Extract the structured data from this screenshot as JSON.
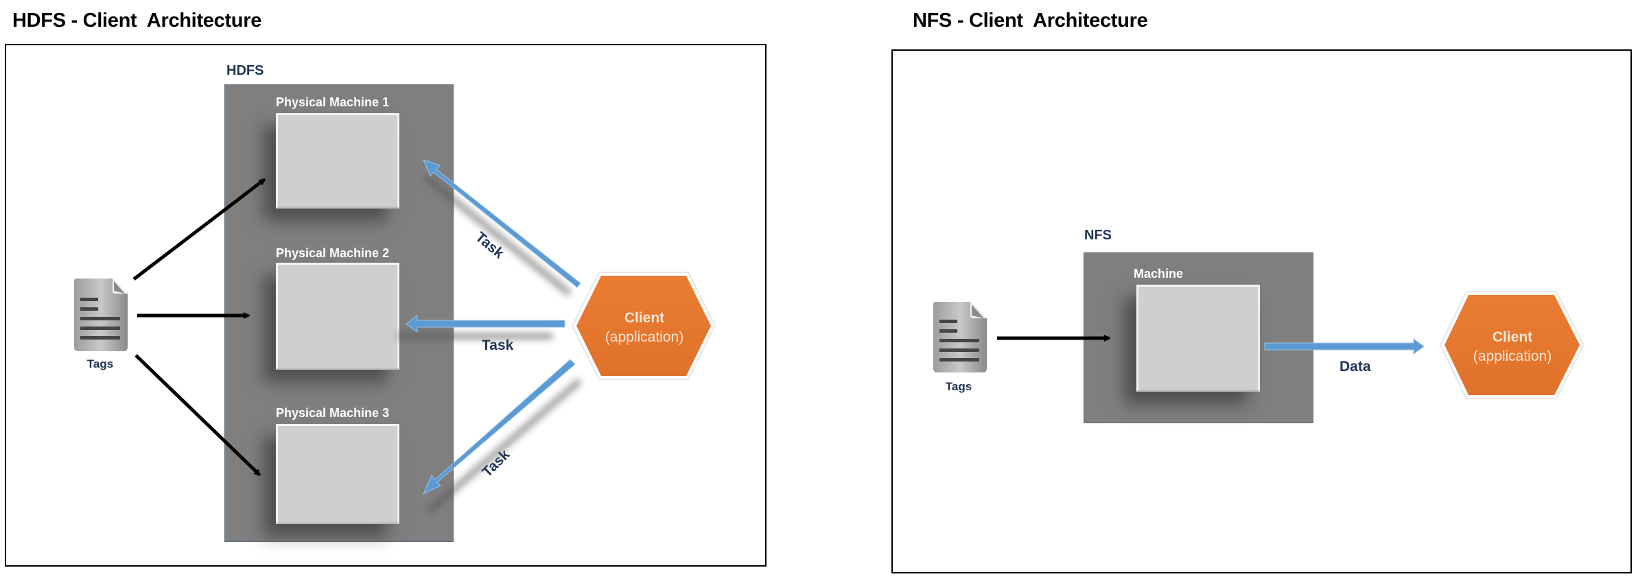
{
  "hdfs": {
    "title": "HDFS - Client  Architecture",
    "cluster_label": "HDFS",
    "machines": [
      {
        "label": "Physical Machine 1"
      },
      {
        "label": "Physical Machine 2"
      },
      {
        "label": "Physical Machine 3"
      }
    ],
    "source": {
      "label": "Tags",
      "icon": "document-icon"
    },
    "client": {
      "line1": "Client",
      "line2": "(application)"
    },
    "edge_labels": [
      "Task",
      "Task",
      "Task"
    ]
  },
  "nfs": {
    "title": "NFS - Client  Architecture",
    "cluster_label": "NFS",
    "machine": {
      "label": "Machine"
    },
    "source": {
      "label": "Tags",
      "icon": "document-icon"
    },
    "client": {
      "line1": "Client",
      "line2": "(application)"
    },
    "edge_label": "Data"
  },
  "colors": {
    "cluster_fill": "#7f7f7f",
    "machine_fill": "#d0cfd0",
    "client_fill": "#e87a30",
    "task_arrow": "#5b9bd5",
    "label_text": "#1f3456"
  }
}
